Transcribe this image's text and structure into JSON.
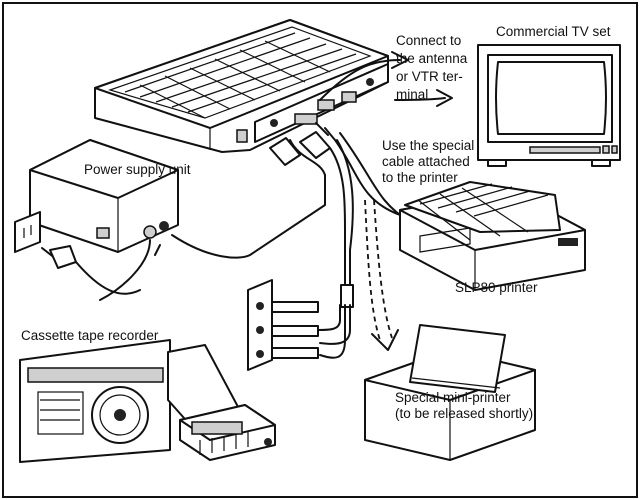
{
  "labels": {
    "connect": [
      "Connect to",
      "the antenna",
      "or VTR ter-",
      "minal"
    ],
    "tv": "Commercial TV set",
    "cable": [
      "Use the special",
      "cable attached",
      "to the printer"
    ],
    "power": "Power supply unit",
    "printer": "SLP80 printer",
    "cassette": "Cassette tape recorder",
    "mini": [
      "Special mini-printer",
      "(to be released shortly)"
    ]
  }
}
